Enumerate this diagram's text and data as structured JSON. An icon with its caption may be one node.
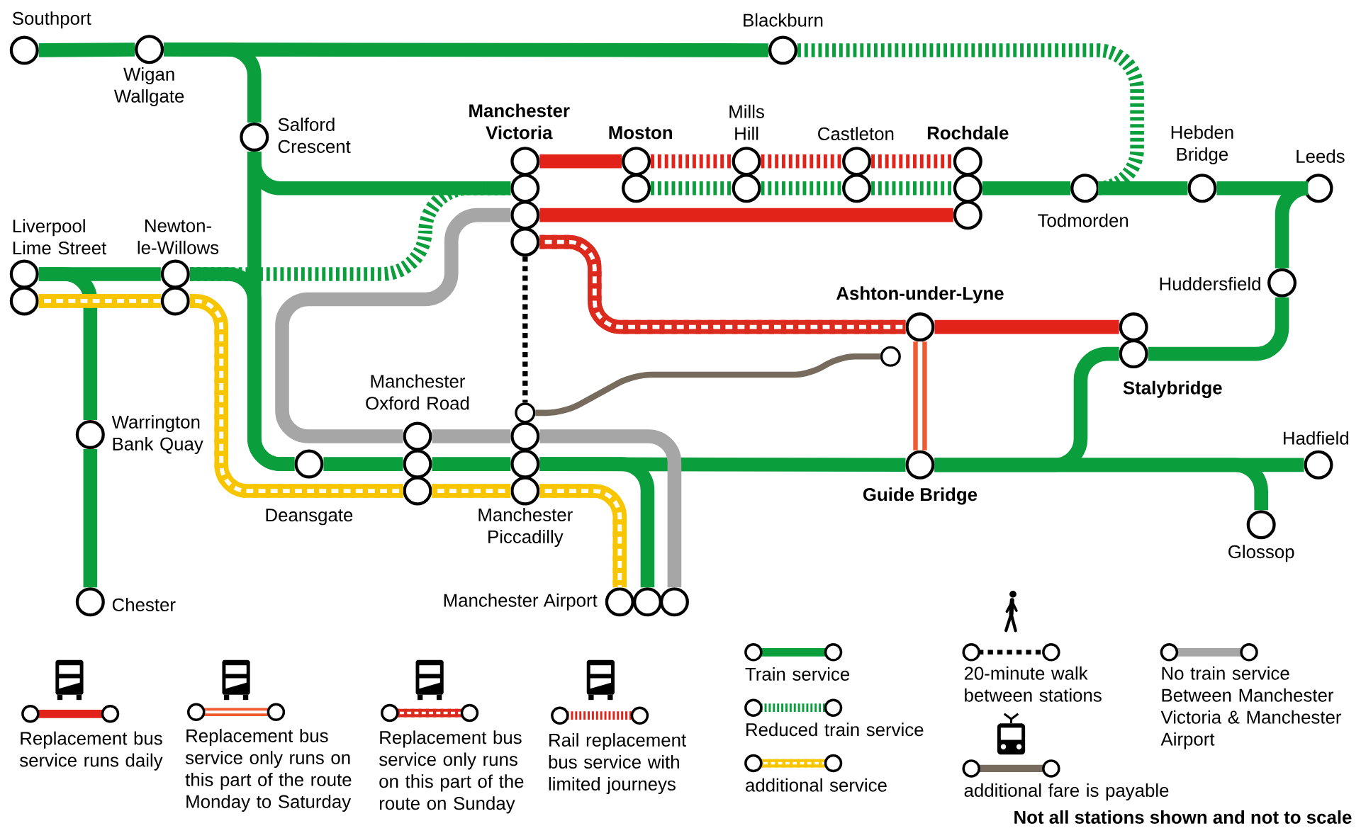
{
  "diagram": {
    "nodes": [
      {
        "text": [
          "Southport"
        ]
      },
      {
        "text": [
          "Wigan Wallgate"
        ]
      },
      {
        "text": [
          "Salford Crescent"
        ]
      },
      {
        "text": [
          "Blackburn"
        ]
      },
      {
        "text": [
          "Manchester Victoria"
        ]
      },
      {
        "text": [],
        "shape": "circle"
      },
      {
        "text": [],
        "shape": "circle"
      },
      {
        "text": [],
        "shape": "circle"
      },
      {
        "text": [
          "Moston"
        ]
      },
      {
        "text": [],
        "shape": "circle"
      },
      {
        "text": [
          "Mills Hill"
        ]
      },
      {
        "text": [],
        "shape": "circle"
      },
      {
        "text": [
          "Castleton"
        ]
      },
      {
        "text": [],
        "shape": "circle"
      },
      {
        "text": [
          "Rochdale"
        ]
      },
      {
        "text": [],
        "shape": "circle"
      },
      {
        "text": [],
        "shape": "circle"
      },
      {
        "text": [
          "Todmorden"
        ]
      },
      {
        "text": [
          "Hebden Bridge"
        ]
      },
      {
        "text": [
          "Leeds"
        ]
      },
      {
        "text": [
          "Liverpool Lime Street"
        ]
      },
      {
        "text": [],
        "shape": "circle"
      },
      {
        "text": [
          "Newton-le-Willows"
        ]
      },
      {
        "text": [],
        "shape": "circle"
      },
      {
        "text": [
          "Huddersfield"
        ]
      },
      {
        "text": [
          "Ashton-under-Lyne"
        ]
      },
      {
        "text": [],
        "shape": "circle"
      },
      {
        "text": [
          "Stalybridge"
        ]
      },
      {
        "text": [],
        "shape": "circle"
      },
      {
        "text": [
          "Manchester Oxford Road"
        ]
      },
      {
        "text": [],
        "shape": "circle"
      },
      {
        "text": [],
        "shape": "circle"
      },
      {
        "text": [
          "Warrington Bank Quay"
        ]
      },
      {
        "text": [],
        "shape": "circle"
      },
      {
        "text": [],
        "shape": "circle"
      },
      {
        "text": [],
        "shape": "circle"
      },
      {
        "text": [
          "Manchester Piccadilly"
        ]
      },
      {
        "text": [
          "Deansgate"
        ]
      },
      {
        "text": [
          "Guide Bridge"
        ]
      },
      {
        "text": [
          "Hadfield"
        ]
      },
      {
        "text": [
          "Glossop"
        ]
      },
      {
        "text": [
          "Chester"
        ]
      },
      {
        "text": [
          "Manchester Airport"
        ]
      },
      {
        "text": [],
        "shape": "circle"
      },
      {
        "text": [],
        "shape": "circle"
      }
    ],
    "edges": [
      {
        "from": 0,
        "to": 1,
        "arrow": "none"
      },
      {
        "from": 1,
        "to": 3,
        "arrow": "none"
      },
      {
        "from": 1,
        "to": 2,
        "arrow": "none"
      },
      {
        "from": 2,
        "to": 5,
        "arrow": "none"
      },
      {
        "from": 2,
        "to": 37,
        "arrow": "none"
      },
      {
        "from": 20,
        "to": 22,
        "arrow": "none"
      },
      {
        "from": 22,
        "to": 37,
        "arrow": "none"
      },
      {
        "from": 22,
        "to": 5,
        "arrow": "none",
        "style": "dashed"
      },
      {
        "from": 20,
        "to": 32,
        "arrow": "none"
      },
      {
        "from": 32,
        "to": 41,
        "arrow": "none"
      },
      {
        "from": 37,
        "to": 30,
        "arrow": "none"
      },
      {
        "from": 30,
        "to": 35,
        "arrow": "none"
      },
      {
        "from": 35,
        "to": 38,
        "arrow": "none"
      },
      {
        "from": 38,
        "to": 39,
        "arrow": "none"
      },
      {
        "from": 35,
        "to": 43,
        "arrow": "none"
      },
      {
        "from": 38,
        "to": 27,
        "arrow": "none"
      },
      {
        "from": 27,
        "to": 24,
        "arrow": "none"
      },
      {
        "from": 24,
        "to": 19,
        "arrow": "none"
      },
      {
        "from": 38,
        "to": 40,
        "arrow": "none"
      },
      {
        "from": 15,
        "to": 17,
        "arrow": "none"
      },
      {
        "from": 17,
        "to": 18,
        "arrow": "none"
      },
      {
        "from": 18,
        "to": 19,
        "arrow": "none"
      },
      {
        "from": 3,
        "to": 17,
        "arrow": "none",
        "style": "dashed"
      },
      {
        "from": 9,
        "to": 11,
        "arrow": "none",
        "style": "dashed"
      },
      {
        "from": 11,
        "to": 13,
        "arrow": "none",
        "style": "dashed"
      },
      {
        "from": 13,
        "to": 15,
        "arrow": "none",
        "style": "dashed"
      },
      {
        "from": 4,
        "to": 8,
        "arrow": "none",
        "color": "#e2231a"
      },
      {
        "from": 8,
        "to": 10,
        "arrow": "none",
        "style": "dashed",
        "color": "#e2231a"
      },
      {
        "from": 10,
        "to": 12,
        "arrow": "none",
        "style": "dashed",
        "color": "#e2231a"
      },
      {
        "from": 12,
        "to": 14,
        "arrow": "none",
        "style": "dashed",
        "color": "#e2231a"
      },
      {
        "from": 6,
        "to": 16,
        "arrow": "none",
        "color": "#e2231a"
      },
      {
        "from": 7,
        "to": 25,
        "arrow": "none",
        "color": "#dc2a1e"
      },
      {
        "from": 25,
        "to": 26,
        "arrow": "none",
        "color": "#e2231a"
      },
      {
        "from": 25,
        "to": 38,
        "arrow": "none",
        "color": "#ef5a30"
      },
      {
        "from": 21,
        "to": 23,
        "arrow": "none",
        "color": "#f7c600"
      },
      {
        "from": 23,
        "to": 31,
        "arrow": "none",
        "color": "#f7c600"
      },
      {
        "from": 31,
        "to": 36,
        "arrow": "none",
        "color": "#f7c600"
      },
      {
        "from": 36,
        "to": 42,
        "arrow": "none",
        "color": "#f7c600"
      },
      {
        "from": 7,
        "to": 33,
        "arrow": "none",
        "style": "dashed",
        "color": "#000000"
      },
      {
        "from": 33,
        "to": 28,
        "arrow": "none",
        "color": "#776b5d"
      },
      {
        "from": 6,
        "to": 29,
        "arrow": "none",
        "color": "#a6a6a6"
      },
      {
        "from": 29,
        "to": 34,
        "arrow": "none",
        "color": "#a6a6a6"
      },
      {
        "from": 34,
        "to": 44,
        "arrow": "none",
        "color": "#a6a6a6"
      }
    ],
    "labels": [
      "Not all stations shown and not to scale"
    ],
    "legend": [
      {
        "text": "Replacement bus service runs daily"
      },
      {
        "text": "Replacement bus service only runs on this part of the route Monday to Saturday"
      },
      {
        "text": "Replacement bus service only runs on this part of the route on Sunday"
      },
      {
        "text": "Rail replacement bus service with limited journeys"
      },
      {
        "text": "Train service"
      },
      {
        "text": "Reduced train service"
      },
      {
        "text": "additional service"
      },
      {
        "text": "20-minute walk between stations"
      },
      {
        "text": "additional fare is payable"
      },
      {
        "text": "No train service Between Manchester Victoria & Manchester Airport"
      }
    ]
  }
}
